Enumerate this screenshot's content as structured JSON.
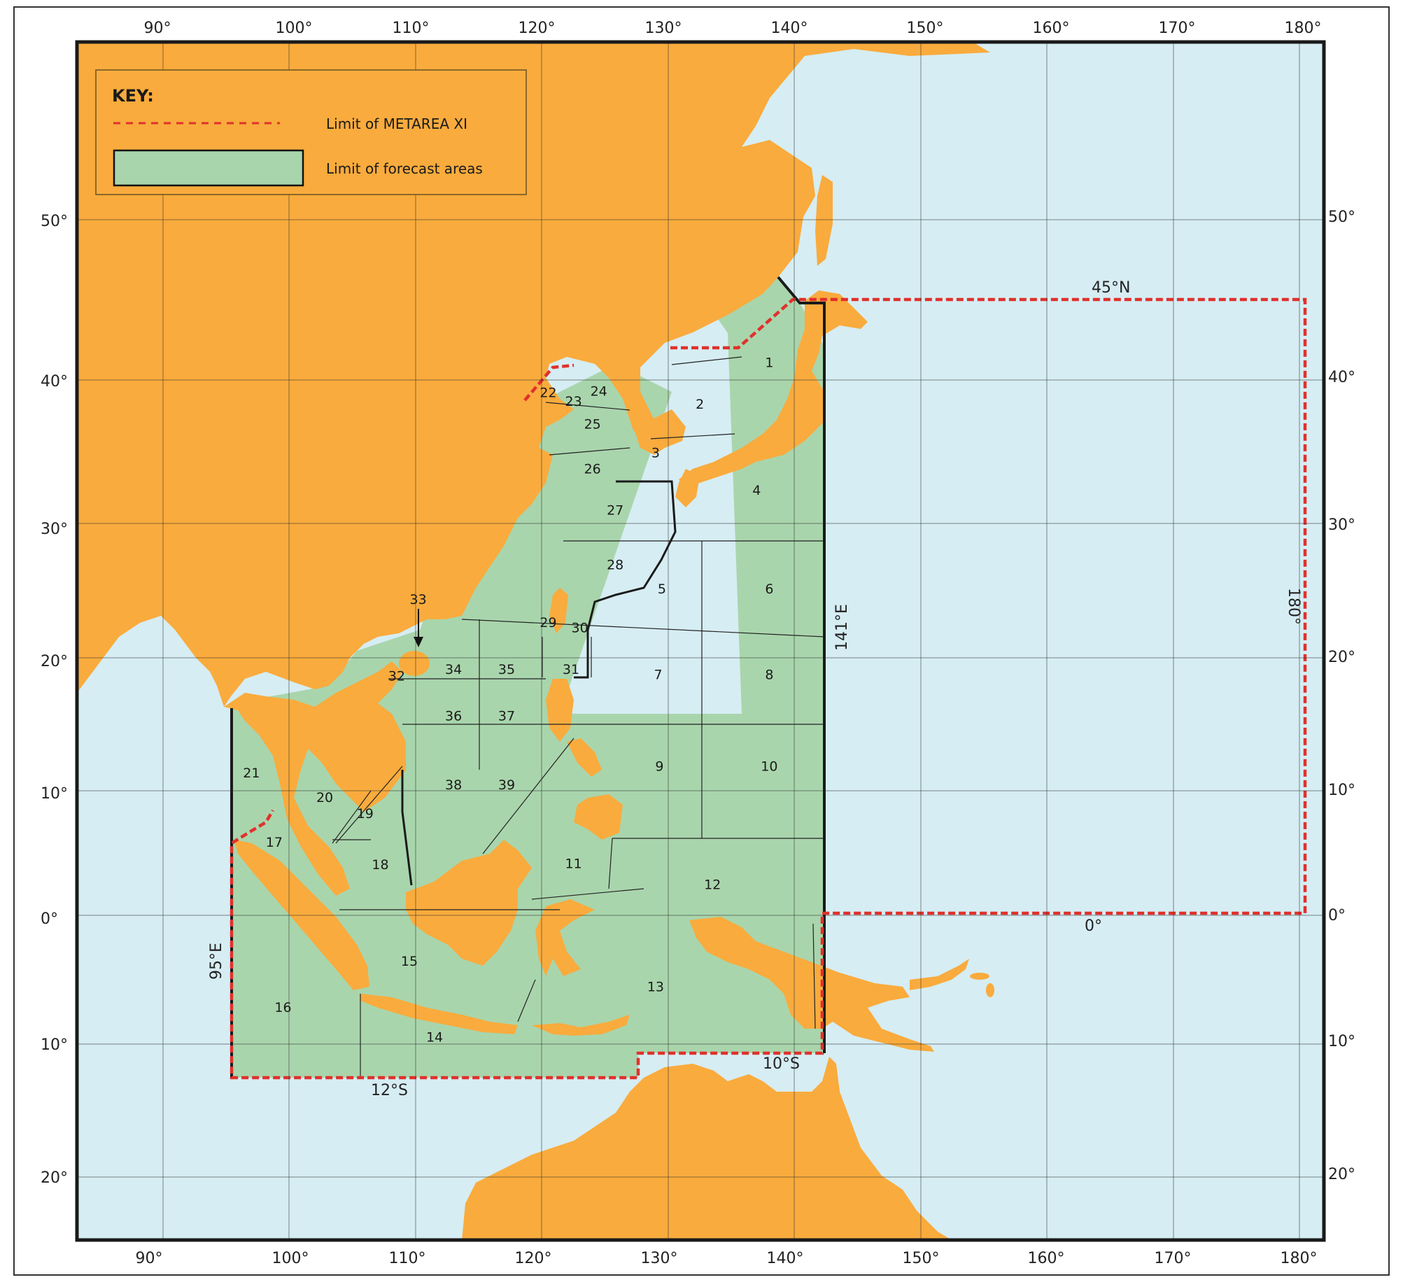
{
  "colors": {
    "land": "#f9ab3d",
    "sea": "#d6edf3",
    "forecast_area": "#a9d5ac",
    "metarea_limit": "#e0312c",
    "boundary": "#1a1a1a",
    "grid": "#2a2a2a"
  },
  "key": {
    "title": "KEY:",
    "metarea_label": "Limit of METAREA XI",
    "forecast_label": "Limit of forecast areas"
  },
  "longitude_ticks": [
    "90°",
    "100°",
    "110°",
    "120°",
    "130°",
    "140°",
    "150°",
    "160°",
    "170°",
    "180°"
  ],
  "latitude_ticks_left": [
    "50°",
    "40°",
    "30°",
    "20°",
    "10°",
    "0°",
    "10°",
    "20°"
  ],
  "latitude_ticks_right": [
    "50°",
    "40°",
    "30°",
    "20°",
    "10°",
    "0°",
    "10°",
    "20°"
  ],
  "boundary_labels": {
    "lat_45n": "45°N",
    "lat_0": "0°",
    "lat_10s": "10°S",
    "lat_12s": "12°S",
    "lon_95e": "95°E",
    "lon_141e": "141°E",
    "lon_180": "180°"
  },
  "forecast_areas": [
    {
      "id": "1",
      "lon": 138.0,
      "lat": 40.8
    },
    {
      "id": "2",
      "lon": 132.5,
      "lat": 38.0
    },
    {
      "id": "3",
      "lon": 129.0,
      "lat": 34.6
    },
    {
      "id": "4",
      "lon": 137.0,
      "lat": 32.0
    },
    {
      "id": "5",
      "lon": 129.5,
      "lat": 24.8
    },
    {
      "id": "6",
      "lon": 138.0,
      "lat": 24.8
    },
    {
      "id": "7",
      "lon": 129.2,
      "lat": 18.4
    },
    {
      "id": "8",
      "lon": 138.0,
      "lat": 18.4
    },
    {
      "id": "9",
      "lon": 129.3,
      "lat": 11.5
    },
    {
      "id": "10",
      "lon": 138.0,
      "lat": 11.5
    },
    {
      "id": "11",
      "lon": 122.5,
      "lat": 3.8
    },
    {
      "id": "12",
      "lon": 133.5,
      "lat": 2.1
    },
    {
      "id": "13",
      "lon": 129.0,
      "lat": -5.9
    },
    {
      "id": "14",
      "lon": 111.5,
      "lat": -9.8
    },
    {
      "id": "15",
      "lon": 109.5,
      "lat": -3.9
    },
    {
      "id": "16",
      "lon": 99.5,
      "lat": -7.5
    },
    {
      "id": "17",
      "lon": 98.8,
      "lat": 5.5
    },
    {
      "id": "18",
      "lon": 107.2,
      "lat": 3.7
    },
    {
      "id": "19",
      "lon": 106.0,
      "lat": 7.8
    },
    {
      "id": "20",
      "lon": 102.8,
      "lat": 9.1
    },
    {
      "id": "21",
      "lon": 97.0,
      "lat": 11.0
    },
    {
      "id": "22",
      "lon": 120.5,
      "lat": 38.8
    },
    {
      "id": "23",
      "lon": 122.5,
      "lat": 38.2
    },
    {
      "id": "24",
      "lon": 124.5,
      "lat": 38.9
    },
    {
      "id": "25",
      "lon": 124.0,
      "lat": 36.6
    },
    {
      "id": "26",
      "lon": 124.0,
      "lat": 33.5
    },
    {
      "id": "27",
      "lon": 125.8,
      "lat": 30.6
    },
    {
      "id": "28",
      "lon": 125.8,
      "lat": 26.6
    },
    {
      "id": "29",
      "lon": 120.5,
      "lat": 22.3
    },
    {
      "id": "30",
      "lon": 123.0,
      "lat": 21.9
    },
    {
      "id": "31",
      "lon": 122.3,
      "lat": 18.8
    },
    {
      "id": "32",
      "lon": 108.5,
      "lat": 18.3
    },
    {
      "id": "33",
      "lon": 110.2,
      "lat": 24.0
    },
    {
      "id": "34",
      "lon": 113.0,
      "lat": 18.8
    },
    {
      "id": "35",
      "lon": 117.2,
      "lat": 18.8
    },
    {
      "id": "36",
      "lon": 113.0,
      "lat": 15.3
    },
    {
      "id": "37",
      "lon": 117.2,
      "lat": 15.3
    },
    {
      "id": "38",
      "lon": 113.0,
      "lat": 10.1
    },
    {
      "id": "39",
      "lon": 117.2,
      "lat": 10.1
    }
  ]
}
